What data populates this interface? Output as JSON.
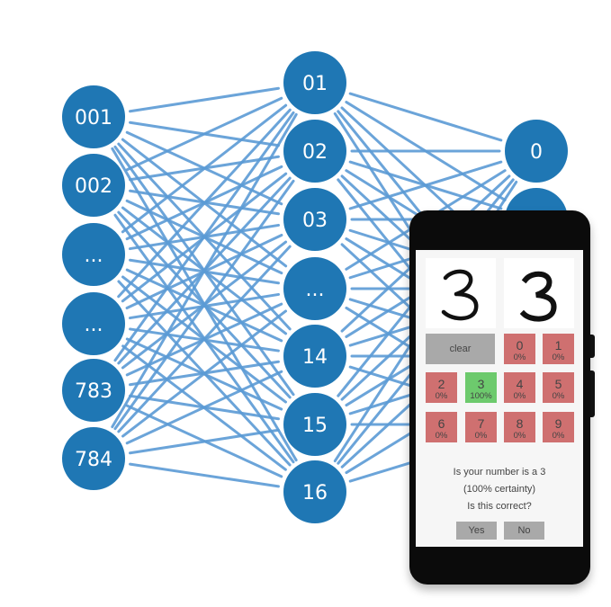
{
  "network": {
    "input_nodes": [
      "001",
      "002",
      "...",
      "...",
      "783",
      "784"
    ],
    "hidden_nodes": [
      "01",
      "02",
      "03",
      "...",
      "14",
      "15",
      "16"
    ],
    "output_nodes": [
      "0",
      ""
    ],
    "node_color": "#1f77b4",
    "edge_color": "#5b9bd5"
  },
  "app": {
    "clear_label": "clear",
    "digits": [
      {
        "digit": "0",
        "pct": "0%",
        "correct": false
      },
      {
        "digit": "1",
        "pct": "0%",
        "correct": false
      },
      {
        "digit": "2",
        "pct": "0%",
        "correct": false
      },
      {
        "digit": "3",
        "pct": "100%",
        "correct": true
      },
      {
        "digit": "4",
        "pct": "0%",
        "correct": false
      },
      {
        "digit": "5",
        "pct": "0%",
        "correct": false
      },
      {
        "digit": "6",
        "pct": "0%",
        "correct": false
      },
      {
        "digit": "7",
        "pct": "0%",
        "correct": false
      },
      {
        "digit": "8",
        "pct": "0%",
        "correct": false
      },
      {
        "digit": "9",
        "pct": "0%",
        "correct": false
      }
    ],
    "result_line": "Is your number is a 3",
    "certainty_line": "(100% certainty)",
    "question_line": "Is this correct?",
    "yes_label": "Yes",
    "no_label": "No",
    "colors": {
      "wrong": "#cf7070",
      "correct": "#6dca6d",
      "button": "#a9a9a9"
    }
  }
}
